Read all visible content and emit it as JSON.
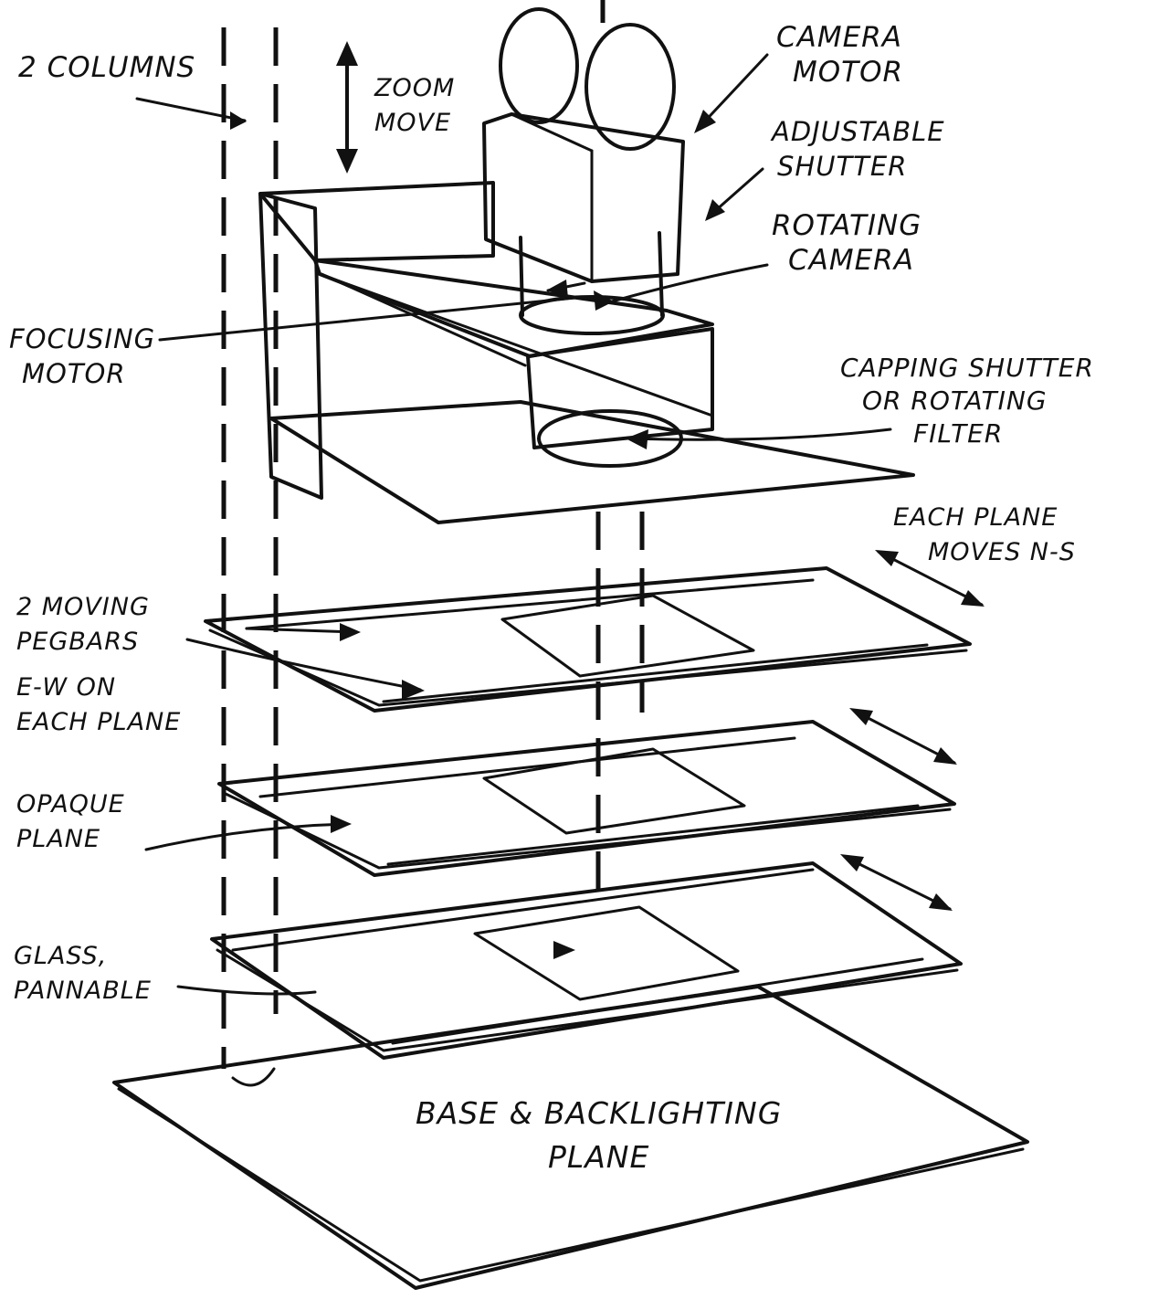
{
  "labels": {
    "two_columns": "2 COLUMNS",
    "zoom_move": [
      "ZOOM",
      "MOVE"
    ],
    "camera_motor": [
      "CAMERA",
      "MOTOR"
    ],
    "adjustable_shutter": [
      "ADJUSTABLE",
      "SHUTTER"
    ],
    "rotating_camera": [
      "ROTATING",
      "CAMERA"
    ],
    "focusing_motor": [
      "FOCUSING",
      "MOTOR"
    ],
    "capping_shutter": [
      "CAPPING SHUTTER",
      "OR ROTATING",
      "FILTER"
    ],
    "each_plane_moves": [
      "EACH PLANE",
      "MOVES N-S"
    ],
    "moving_pegbars": [
      "2 MOVING",
      "PEGBARS"
    ],
    "ew_each_plane": [
      "E-W ON",
      "EACH PLANE"
    ],
    "opaque_plane": [
      "OPAQUE",
      "PLANE"
    ],
    "glass_pannable": [
      "GLASS,",
      "PANNABLE"
    ],
    "base_plane": [
      "BASE & BACKLIGHTING",
      "PLANE"
    ]
  },
  "colors": {
    "ink": "#111111",
    "paper": "#ffffff"
  }
}
